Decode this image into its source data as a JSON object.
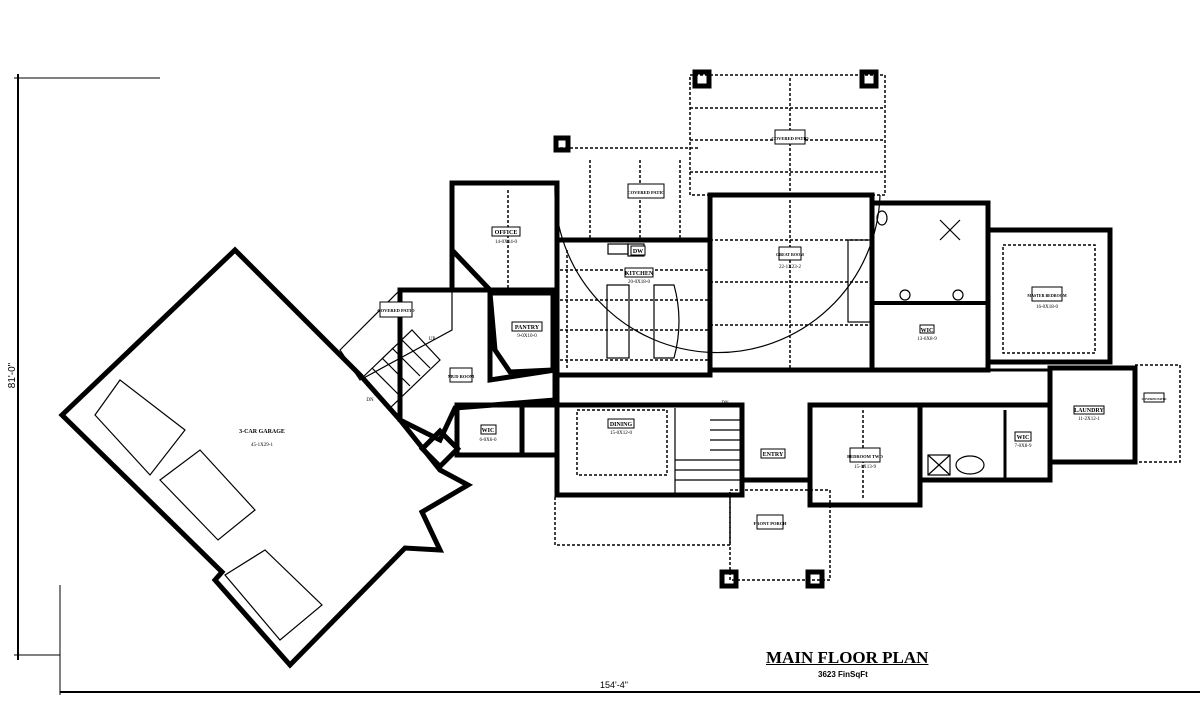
{
  "plan": {
    "title": "MAIN FLOOR PLAN",
    "area": "3623 FinSqFt",
    "overall_width": "154'-4\"",
    "overall_depth": "81'-0\""
  },
  "rooms": {
    "garage": {
      "label": "3-CAR GARAGE",
      "dims": "45-1X29-1"
    },
    "covered_patio_left": {
      "label": "COVERED PATIO"
    },
    "mud_room": {
      "label": "MUD ROOM"
    },
    "office": {
      "label": "OFFICE",
      "dims": "14-0X14-0"
    },
    "pantry": {
      "label": "PANTRY",
      "dims": "9-0X10-0"
    },
    "kitchen": {
      "label": "KITCHEN",
      "dims": "20-0X18-0"
    },
    "dw": {
      "label": "DW"
    },
    "covered_patio_mid": {
      "label": "COVERED PATIO"
    },
    "covered_patio_top": {
      "label": "COVERED PATIO"
    },
    "great_room": {
      "label": "GREAT ROOM",
      "dims": "22-1X23-2"
    },
    "master_wic": {
      "label": "WIC",
      "dims": "13-6X8-9"
    },
    "master_bedroom": {
      "label": "MASTER BEDROOM",
      "dims": "16-0X18-0"
    },
    "laundry": {
      "label": "LAUNDRY",
      "dims": "11-2X12-1"
    },
    "covered_patio_right": {
      "label": "COVERED PATIO"
    },
    "wic_small": {
      "label": "WIC",
      "dims": "6-0X6-0"
    },
    "dining": {
      "label": "DINING",
      "dims": "15-0X12-0"
    },
    "entry": {
      "label": "ENTRY"
    },
    "bedroom_two": {
      "label": "BEDROOM TWO",
      "dims": "15-1X13-9"
    },
    "wic_bed2": {
      "label": "WIC",
      "dims": "7-0X8-9"
    },
    "front_porch": {
      "label": "FRONT PORCH"
    },
    "stair_up": "UP",
    "stair_dn": "DN",
    "stair_dn2": "DN"
  }
}
